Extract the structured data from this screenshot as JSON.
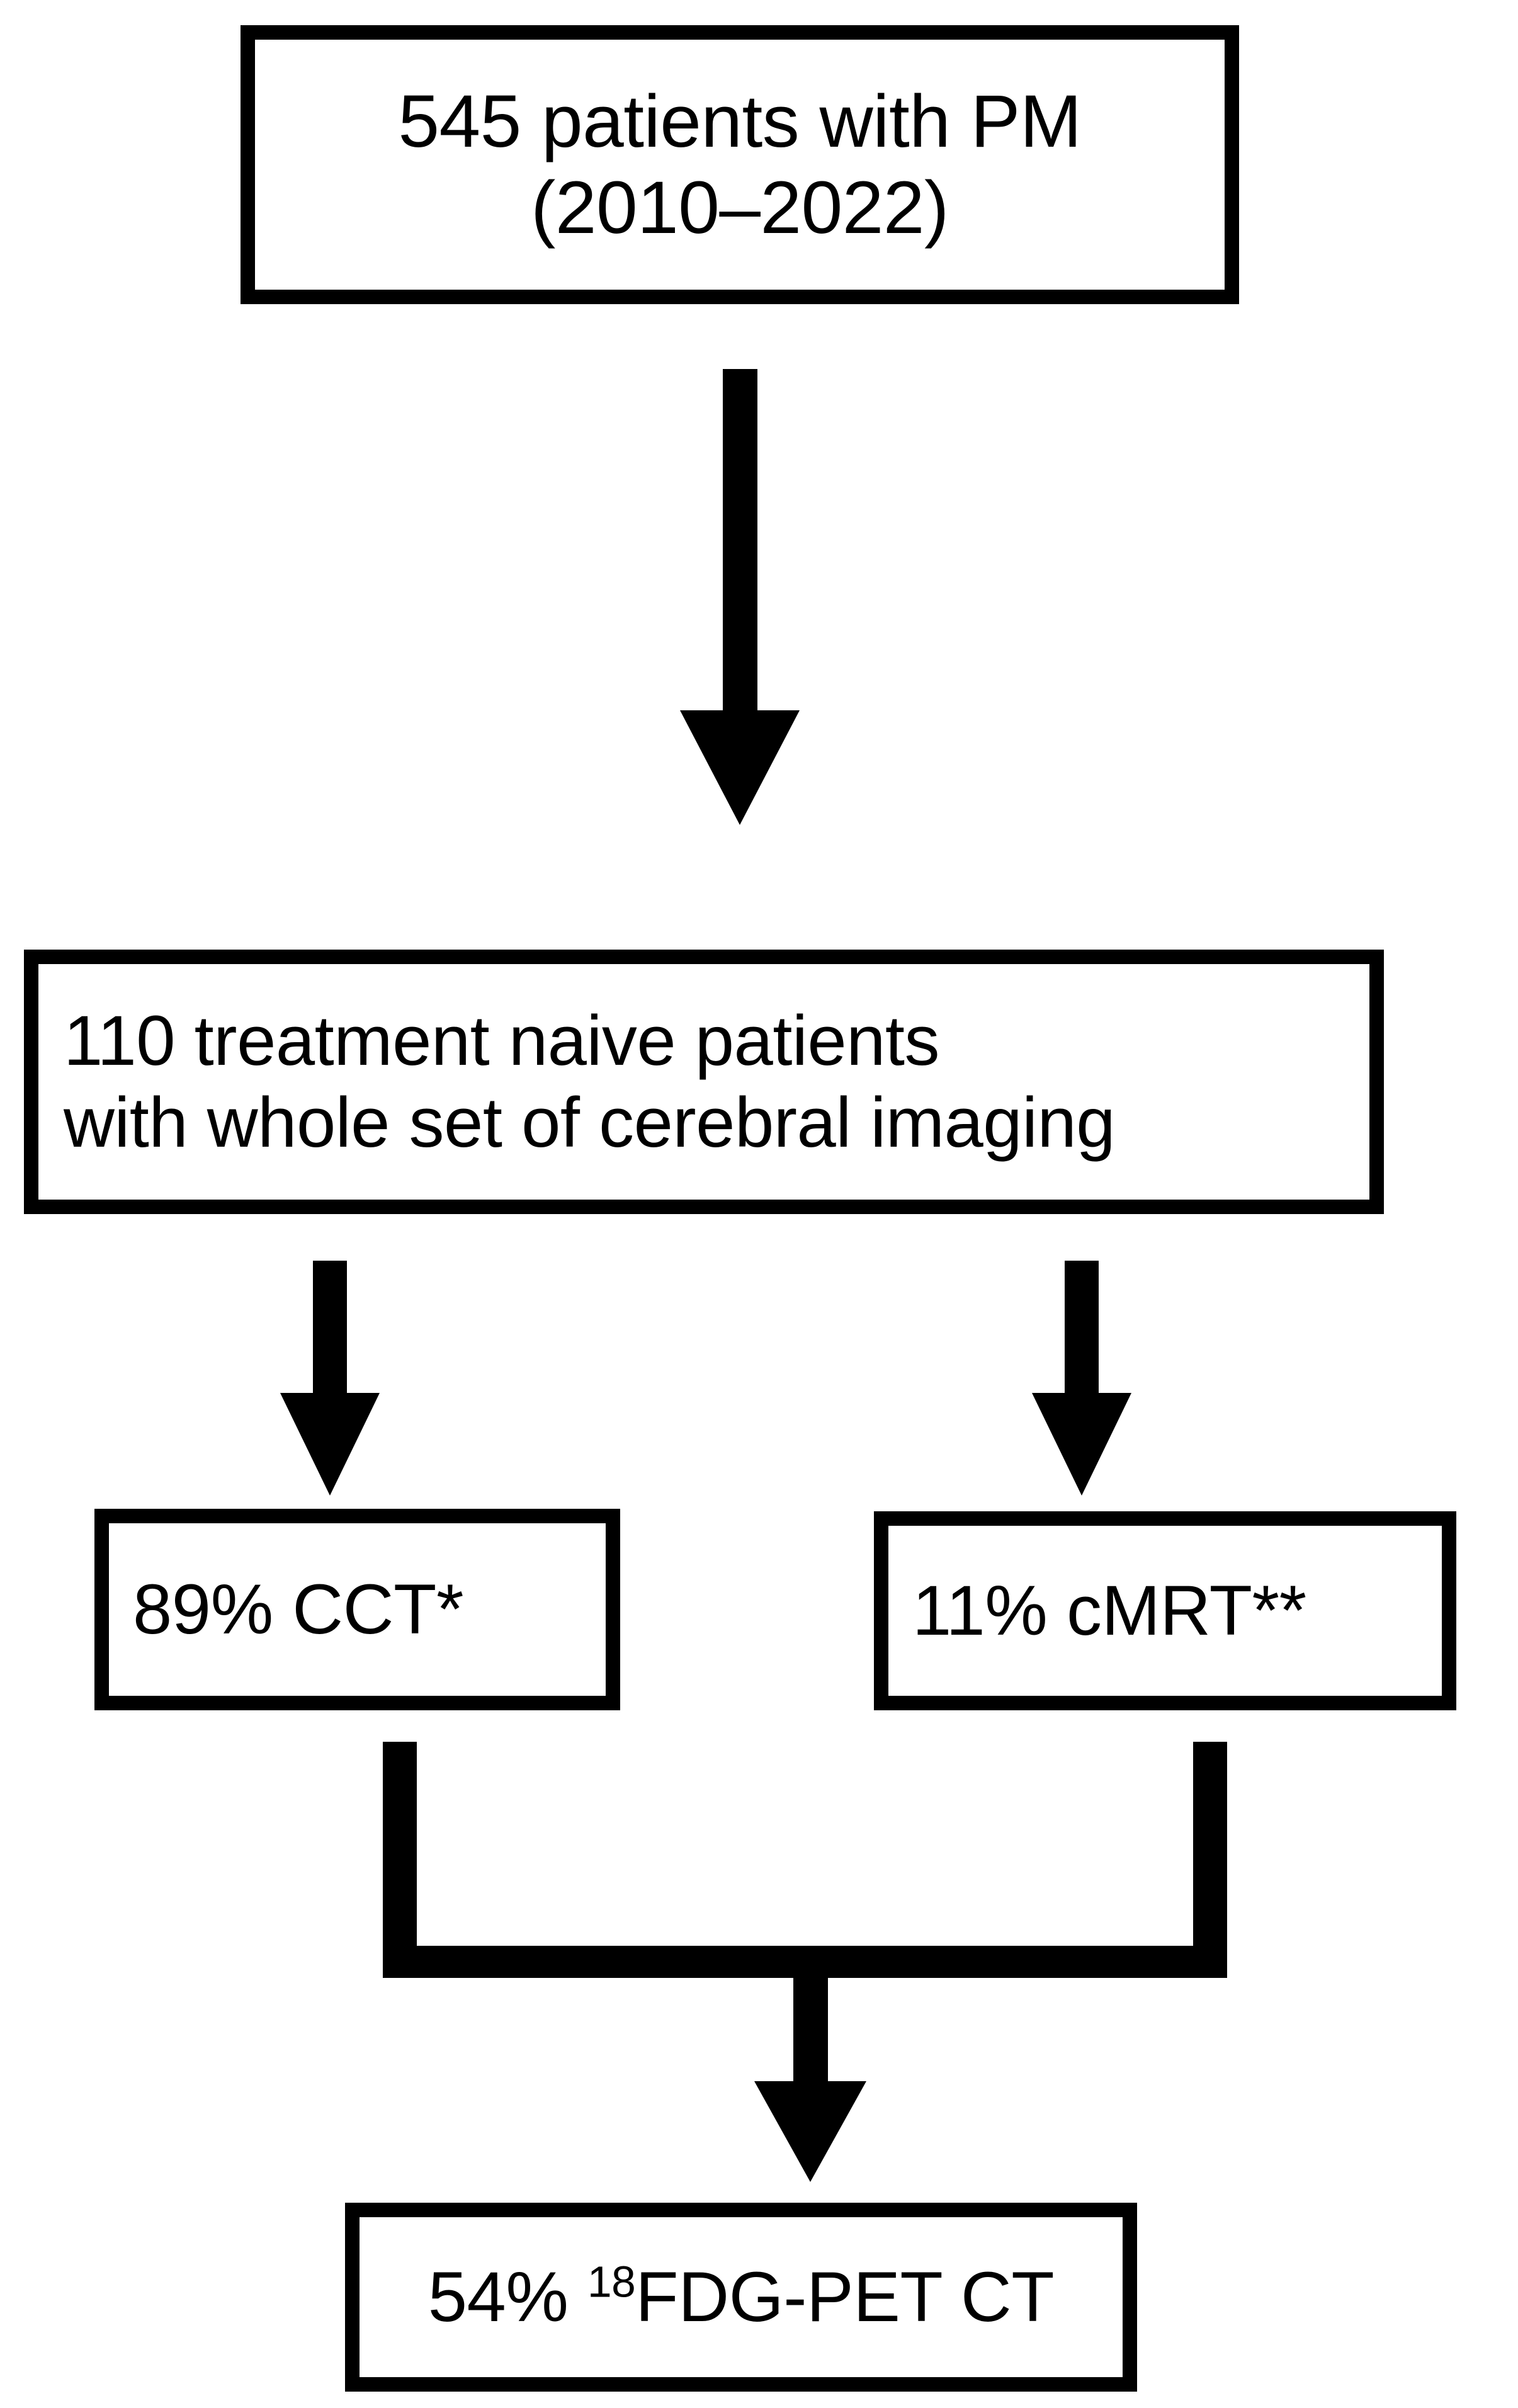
{
  "diagram": {
    "type": "flowchart",
    "orientation": "top-to-bottom",
    "background_color": "#ffffff",
    "stroke_color": "#000000",
    "nodes": [
      {
        "id": "cohort",
        "shape": "rectangle",
        "text_align": "center",
        "lines": [
          "545 patients with PM",
          "(2010–2022)"
        ]
      },
      {
        "id": "eligible",
        "shape": "rectangle",
        "text_align": "left",
        "lines": [
          "110 treatment naive patients",
          "with whole set of cerebral imaging"
        ]
      },
      {
        "id": "cct",
        "shape": "rectangle",
        "text_align": "left",
        "lines": [
          "89% CCT*"
        ]
      },
      {
        "id": "cmrt",
        "shape": "rectangle",
        "text_align": "left",
        "lines": [
          "11% cMRT**"
        ]
      },
      {
        "id": "pet",
        "shape": "rectangle",
        "text_align": "center",
        "lines": [
          "54% "
        ],
        "superscript": "18",
        "suffix": "FDG-PET CT"
      }
    ],
    "edges": [
      {
        "id": "cohort-to-eligible",
        "from": "cohort",
        "to": "eligible",
        "style": "solid-arrow"
      },
      {
        "id": "eligible-to-cct",
        "from": "eligible",
        "to": "cct",
        "style": "solid-arrow"
      },
      {
        "id": "eligible-to-cmrt",
        "from": "eligible",
        "to": "cmrt",
        "style": "solid-arrow"
      },
      {
        "id": "cct-to-pet",
        "from": "cct",
        "to": "pet",
        "style": "merge-elbow"
      },
      {
        "id": "cmrt-to-pet",
        "from": "cmrt",
        "to": "pet",
        "style": "merge-elbow"
      }
    ]
  },
  "nodes": {
    "cohort": {
      "line1": "545 patients with PM",
      "line2": "(2010–2022)"
    },
    "eligible": {
      "line1": "110 treatment naive patients",
      "line2": "with whole set of cerebral imaging"
    },
    "cct": {
      "label": "89% CCT*"
    },
    "cmrt": {
      "label": "11% cMRT**"
    },
    "pet": {
      "prefix": "54% ",
      "isotope": "18",
      "suffix": "FDG-PET CT"
    }
  }
}
